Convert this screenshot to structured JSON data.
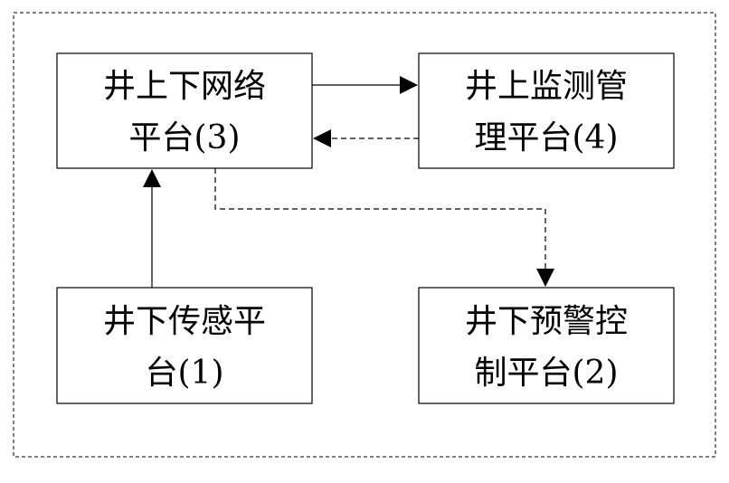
{
  "boxes": {
    "network_platform": {
      "line1": "井上下网络",
      "line2": "平台(3)"
    },
    "monitor_platform": {
      "line1": "井上监测管",
      "line2": "理平台(4)"
    },
    "sensor_platform": {
      "line1": "井下传感平",
      "line2": "台(1)"
    },
    "warning_platform": {
      "line1": "井下预警控",
      "line2": "制平台(2)"
    }
  },
  "colors": {
    "stroke": "#000000",
    "background": "#ffffff"
  }
}
